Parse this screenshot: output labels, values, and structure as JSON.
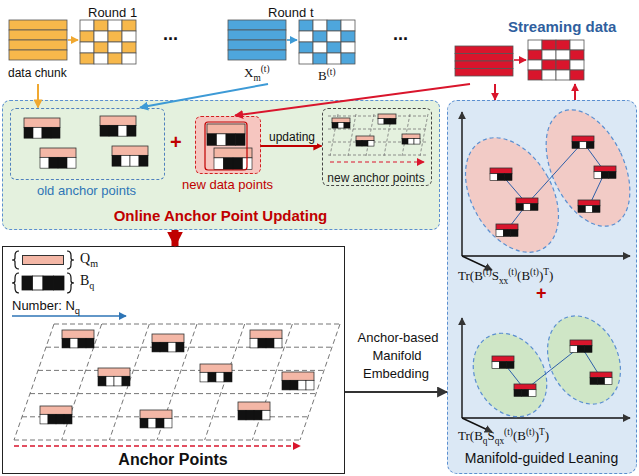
{
  "diagram": {
    "nodes": [
      {
        "text": [
          "Streaming data"
        ]
      },
      {
        "text": [
          "Online Anchor Point Updating"
        ]
      },
      {
        "text": [
          "old anchor points"
        ],
        "in": 1
      },
      {
        "text": [
          "new data points"
        ],
        "in": 1
      },
      {
        "text": [
          "new anchor points"
        ],
        "in": 1
      },
      {
        "text": [
          "Anchor Points"
        ]
      },
      {
        "text": [
          "Manifold-guided Leaning"
        ]
      }
    ],
    "edges": [
      {
        "from": 0,
        "to": 2,
        "arrow": "to"
      },
      {
        "from": 0,
        "to": 2,
        "arrow": "to"
      },
      {
        "from": 0,
        "to": 3,
        "arrow": "to"
      },
      {
        "from": 3,
        "to": 4,
        "label": "updating",
        "arrow": "to"
      },
      {
        "from": 1,
        "to": 5,
        "arrow": "to"
      },
      {
        "from": 5,
        "to": 6,
        "label": "Anchor-based Manifold Embedding",
        "arrow": "to"
      },
      {
        "from": 0,
        "to": 6,
        "arrow": "to"
      },
      {
        "from": 6,
        "to": 0,
        "arrow": "to"
      }
    ],
    "labels": [
      "Round 1",
      "Round t",
      "data chunk",
      "Xm(t)",
      "B(t)",
      "...",
      "...",
      "+",
      "Number: Nq",
      "+",
      "Tr(B(t)Sxx(t)(B(t))T)",
      "Tr(BqSqx(t)(B(t))T)"
    ],
    "legend": [
      {
        "text": "Qm",
        "color": "#f4b7a6"
      },
      {
        "text": "Bq"
      }
    ]
  }
}
